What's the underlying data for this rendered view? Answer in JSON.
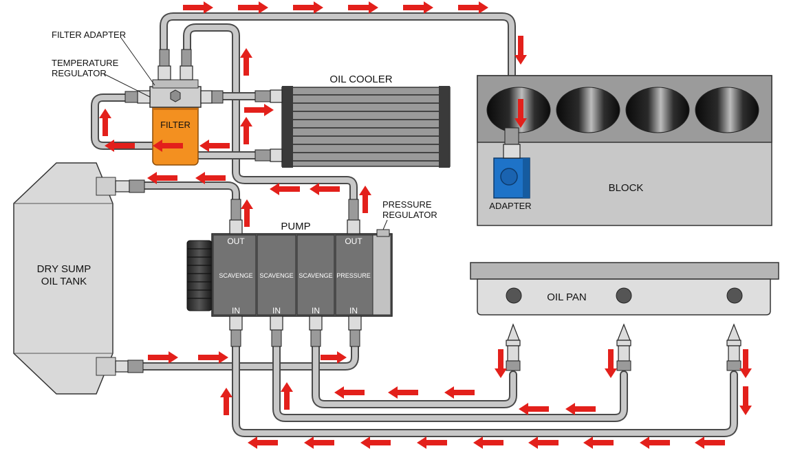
{
  "labels": {
    "filter_adapter": "FILTER ADAPTER",
    "temperature_regulator_1": "TEMPERATURE",
    "temperature_regulator_2": "REGULATOR",
    "filter": "FILTER",
    "oil_cooler": "OIL COOLER",
    "block": "BLOCK",
    "adapter": "ADAPTER",
    "dry_sump_1": "DRY SUMP",
    "dry_sump_2": "OIL TANK",
    "pump": "PUMP",
    "pressure_regulator_1": "PRESSURE",
    "pressure_regulator_2": "REGULATOR",
    "oil_pan": "OIL PAN"
  },
  "pump_sections": [
    {
      "top": "OUT",
      "name": "SCAVENGE",
      "bottom": "IN"
    },
    {
      "top": "",
      "name": "SCAVENGE",
      "bottom": "IN"
    },
    {
      "top": "",
      "name": "SCAVENGE",
      "bottom": "IN"
    },
    {
      "top": "OUT",
      "name": "PRESSURE",
      "bottom": "IN"
    }
  ],
  "colors": {
    "flow_arrow": "#e3201b",
    "filter": "#f39020",
    "adapter": "#1e73c8",
    "pipe": "#c8c8c8"
  }
}
